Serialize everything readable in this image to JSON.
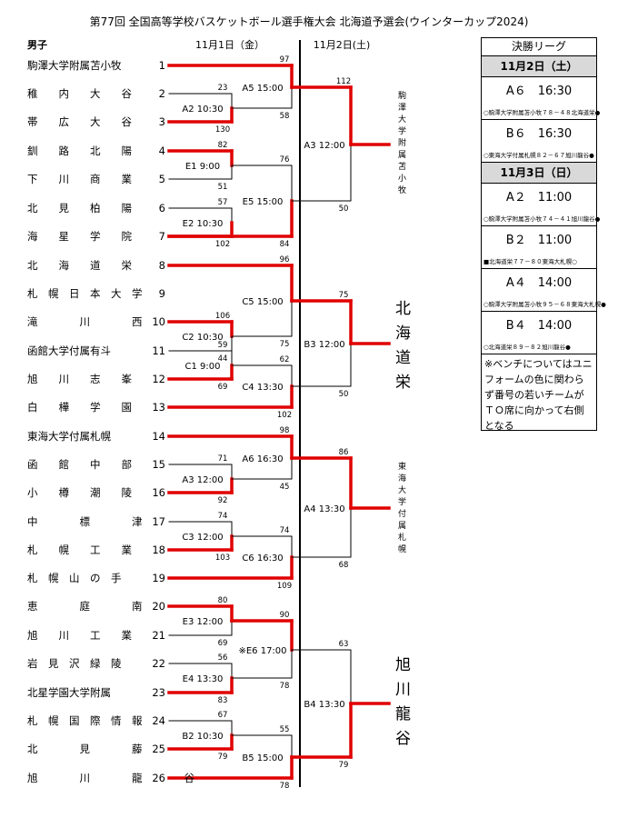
{
  "title": "第77回 全国高等学校バスケットボール選手権大会 北海道予選会(ウインターカップ2024)",
  "division": "男子",
  "day1_label": "11月1日（金）",
  "day2_label": "11月2日(土)",
  "teams": [
    {
      "no": "1",
      "name": "駒澤大学附属苫小牧"
    },
    {
      "no": "2",
      "name": "稚　　内　　大　　谷"
    },
    {
      "no": "3",
      "name": "帯　　広　　大　　谷"
    },
    {
      "no": "4",
      "name": "釧　　路　　北　　陽"
    },
    {
      "no": "5",
      "name": "下　　川　　商　　業"
    },
    {
      "no": "6",
      "name": "北　　見　　柏　　陽"
    },
    {
      "no": "7",
      "name": "海　　星　　学　　院"
    },
    {
      "no": "8",
      "name": "北　　海　　道　　栄"
    },
    {
      "no": "9",
      "name": "札　幌　日　本　大　学"
    },
    {
      "no": "10",
      "name": "滝　　　　川　　　　西"
    },
    {
      "no": "11",
      "name": "函館大学付属有斗"
    },
    {
      "no": "12",
      "name": "旭　　川　　志　　峯"
    },
    {
      "no": "13",
      "name": "白　　樺　　学　　園"
    },
    {
      "no": "14",
      "name": "東海大学付属札幌"
    },
    {
      "no": "15",
      "name": "函　　館　　中　　部"
    },
    {
      "no": "16",
      "name": "小　　樽　　潮　　陵"
    },
    {
      "no": "17",
      "name": "中　　　　標　　　　津"
    },
    {
      "no": "18",
      "name": "札　　幌　　工　　業"
    },
    {
      "no": "19",
      "name": "札　幌　山　の　手"
    },
    {
      "no": "20",
      "name": "恵　　　　庭　　　　南"
    },
    {
      "no": "21",
      "name": "旭　　川　　工　　業"
    },
    {
      "no": "22",
      "name": "岩　見　沢　緑　陵"
    },
    {
      "no": "23",
      "name": "北星学園大学附属"
    },
    {
      "no": "24",
      "name": "札　幌　国　際　情　報"
    },
    {
      "no": "25",
      "name": "北　　　　見　　　　藤"
    },
    {
      "no": "26",
      "name": "旭　　　　川　　　　龍　　　　谷"
    }
  ],
  "round1": [
    {
      "label": "A2 10:30",
      "top": "23",
      "bottom": "130"
    },
    {
      "label": "E1 9:00",
      "top": "82",
      "bottom": "51"
    },
    {
      "label": "E2 10:30",
      "top": "57",
      "bottom": "102"
    },
    {
      "label": "C2 10:30",
      "top": "106",
      "bottom": "44"
    },
    {
      "label": "C1 9:00",
      "top": "59",
      "bottom": "69"
    },
    {
      "label": "A3 12:00",
      "top": "71",
      "bottom": "92"
    },
    {
      "label": "C3 12:00",
      "top": "74",
      "bottom": "103"
    },
    {
      "label": "E3 12:00",
      "top": "80",
      "bottom": "69"
    },
    {
      "label": "E4 13:30",
      "top": "56",
      "bottom": "83"
    },
    {
      "label": "B2 10:30",
      "top": "67",
      "bottom": "79"
    }
  ],
  "round2": [
    {
      "label": "A5 15:00",
      "top": "97",
      "bottom": "58"
    },
    {
      "label": "E5 15:00",
      "top": "76",
      "bottom": "84"
    },
    {
      "label": "C5 15:00",
      "top": "96",
      "bottom": "75"
    },
    {
      "label": "C4 13:30",
      "top": "62",
      "bottom": "102"
    },
    {
      "label": "A6 16:30",
      "top": "98",
      "bottom": "45"
    },
    {
      "label": "C6 16:30",
      "top": "74",
      "bottom": "109"
    },
    {
      "label": "※E6 17:00",
      "top": "90",
      "bottom": "78"
    },
    {
      "label": "B5 15:00",
      "top": "55",
      "bottom": "78"
    }
  ],
  "round3": [
    {
      "label": "A3 12:00",
      "top": "112",
      "bottom": "50"
    },
    {
      "label": "B3 12:00",
      "top": "75",
      "bottom": "50"
    },
    {
      "label": "A4 13:30",
      "top": "86",
      "bottom": "68"
    },
    {
      "label": "B4 13:30",
      "top": "63",
      "bottom": "79"
    }
  ],
  "winners": [
    {
      "name": "駒澤大学附属苫小牧"
    },
    {
      "name": "北海道栄"
    },
    {
      "name": "東海大学付属札幌"
    },
    {
      "name": "旭川龍谷"
    }
  ],
  "final_league": {
    "title": "決勝リーグ",
    "days": [
      {
        "label": "11月2日（土）",
        "games": [
          {
            "label": "A６　16:30",
            "result": "○駒澤大学附属苫小牧７８－４８北海道栄●"
          },
          {
            "label": "B６　16:30",
            "result": "○東海大学付属札幌８２－６７旭川龍谷●"
          }
        ]
      },
      {
        "label": "11月3日（日）",
        "games": [
          {
            "label": "A２　11:00",
            "result": "○駒澤大学附属苫小牧７４－４１旭川龍谷●"
          },
          {
            "label": "B２　11:00",
            "result": "■北海道栄７７－８０東海大札幌○"
          },
          {
            "label": "A４　14:00",
            "result": "○駒澤大学附属苫小牧９５－６８東海大札幌●"
          },
          {
            "label": "B４　14:00",
            "result": "○北海道栄８９－８２旭川龍谷●"
          }
        ]
      }
    ],
    "note": "※ベンチについてはユニフォームの色に関わらず番号の若いチームがＴＯ席に向かって右側となる"
  },
  "colors": {
    "win": "#e00000",
    "lose": "#000000",
    "day_header": "#d9d9d9"
  }
}
